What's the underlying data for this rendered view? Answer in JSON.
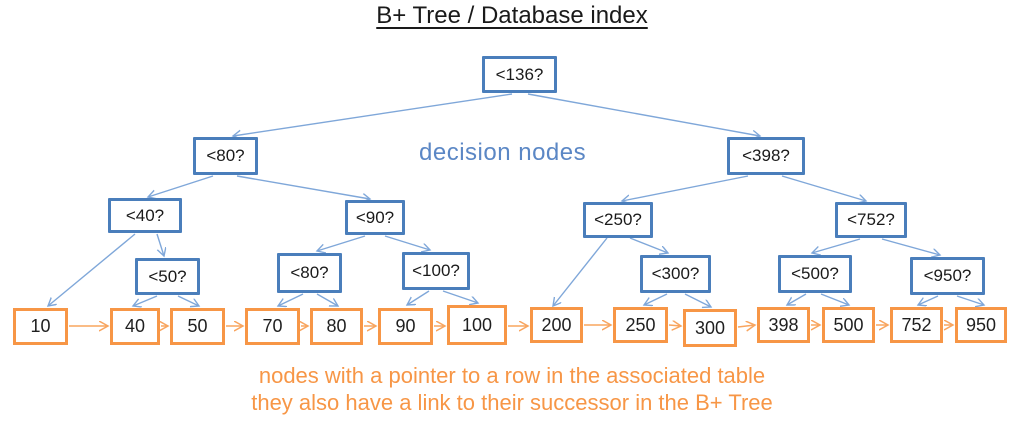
{
  "title": "B+ Tree / Database index",
  "labels": {
    "decision_nodes": "decision nodes",
    "caption_line1": "nodes with a pointer to a row in the associated table",
    "caption_line2": "they also have a link to their successor in the B+ Tree"
  },
  "colors": {
    "decision_border": "#4a7ebb",
    "decision_text": "#5b87c5",
    "edge_blue": "#7fa7d9",
    "leaf_border": "#f79646",
    "edge_orange": "#f8a55f",
    "caption_text": "#f79646"
  },
  "nodes": {
    "root": "<136?",
    "l2": [
      "<80?",
      "<398?"
    ],
    "l3": [
      "<40?",
      "<90?",
      "<250?",
      "<752?"
    ],
    "l4": [
      "<50?",
      "<80?",
      "<100?",
      "<300?",
      "<500?",
      "<950?"
    ],
    "leaves": [
      "10",
      "40",
      "50",
      "70",
      "80",
      "90",
      "100",
      "200",
      "250",
      "300",
      "398",
      "500",
      "752",
      "950"
    ]
  },
  "structure": {
    "edges": [
      [
        "root",
        "l2.0"
      ],
      [
        "root",
        "l2.1"
      ],
      [
        "l2.0",
        "l3.0"
      ],
      [
        "l2.0",
        "l3.1"
      ],
      [
        "l2.1",
        "l3.2"
      ],
      [
        "l2.1",
        "l3.3"
      ],
      [
        "l3.0",
        "leaves.0"
      ],
      [
        "l3.0",
        "l4.0"
      ],
      [
        "l3.1",
        "l4.1"
      ],
      [
        "l3.1",
        "l4.2"
      ],
      [
        "l3.2",
        "leaves.7"
      ],
      [
        "l3.2",
        "l4.3"
      ],
      [
        "l3.3",
        "l4.4"
      ],
      [
        "l3.3",
        "l4.5"
      ],
      [
        "l4.0",
        "leaves.1"
      ],
      [
        "l4.0",
        "leaves.2"
      ],
      [
        "l4.1",
        "leaves.3"
      ],
      [
        "l4.1",
        "leaves.4"
      ],
      [
        "l4.2",
        "leaves.5"
      ],
      [
        "l4.2",
        "leaves.6"
      ],
      [
        "l4.3",
        "leaves.8"
      ],
      [
        "l4.3",
        "leaves.9"
      ],
      [
        "l4.4",
        "leaves.10"
      ],
      [
        "l4.4",
        "leaves.11"
      ],
      [
        "l4.5",
        "leaves.12"
      ],
      [
        "l4.5",
        "leaves.13"
      ]
    ],
    "leaf_successor_chain": [
      "10",
      "40",
      "50",
      "70",
      "80",
      "90",
      "100",
      "200",
      "250",
      "300",
      "398",
      "500",
      "752",
      "950"
    ]
  }
}
